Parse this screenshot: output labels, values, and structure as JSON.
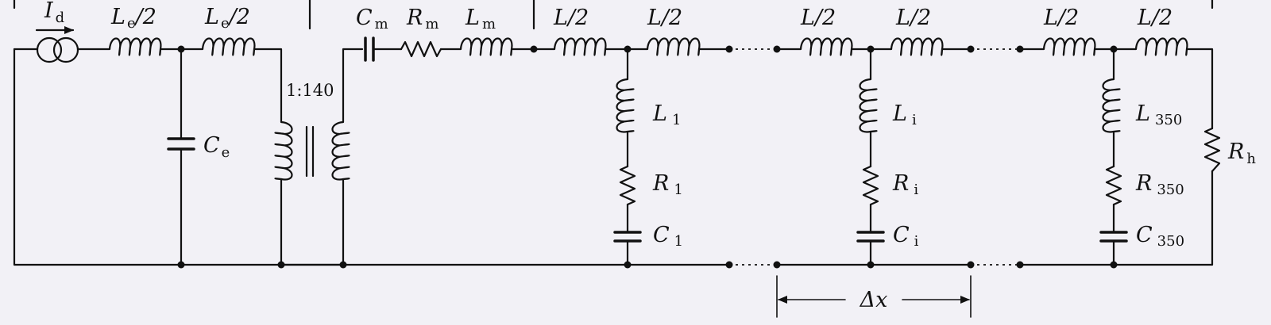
{
  "source": {
    "symbol": "I",
    "sub": "d"
  },
  "emi": {
    "le_left": {
      "symbol": "L",
      "sub": "e",
      "suffix": "/2"
    },
    "le_right": {
      "symbol": "L",
      "sub": "e",
      "suffix": "/2"
    },
    "ce": {
      "symbol": "C",
      "sub": "e"
    }
  },
  "transformer": {
    "ratio": "1:140"
  },
  "motional": {
    "cm": {
      "symbol": "C",
      "sub": "m"
    },
    "rm": {
      "symbol": "R",
      "sub": "m"
    },
    "lm": {
      "symbol": "L",
      "sub": "m"
    }
  },
  "line": {
    "half_inductor": "L/2"
  },
  "branches": [
    {
      "l": {
        "symbol": "L",
        "sub": "1"
      },
      "r": {
        "symbol": "R",
        "sub": "1"
      },
      "c": {
        "symbol": "C",
        "sub": "1"
      }
    },
    {
      "l": {
        "symbol": "L",
        "sub": "i"
      },
      "r": {
        "symbol": "R",
        "sub": "i"
      },
      "c": {
        "symbol": "C",
        "sub": "i"
      }
    },
    {
      "l": {
        "symbol": "L",
        "sub": "350"
      },
      "r": {
        "symbol": "R",
        "sub": "350"
      },
      "c": {
        "symbol": "C",
        "sub": "350"
      }
    }
  ],
  "load": {
    "symbol": "R",
    "sub": "h"
  },
  "dimension": {
    "label": "Δx"
  }
}
